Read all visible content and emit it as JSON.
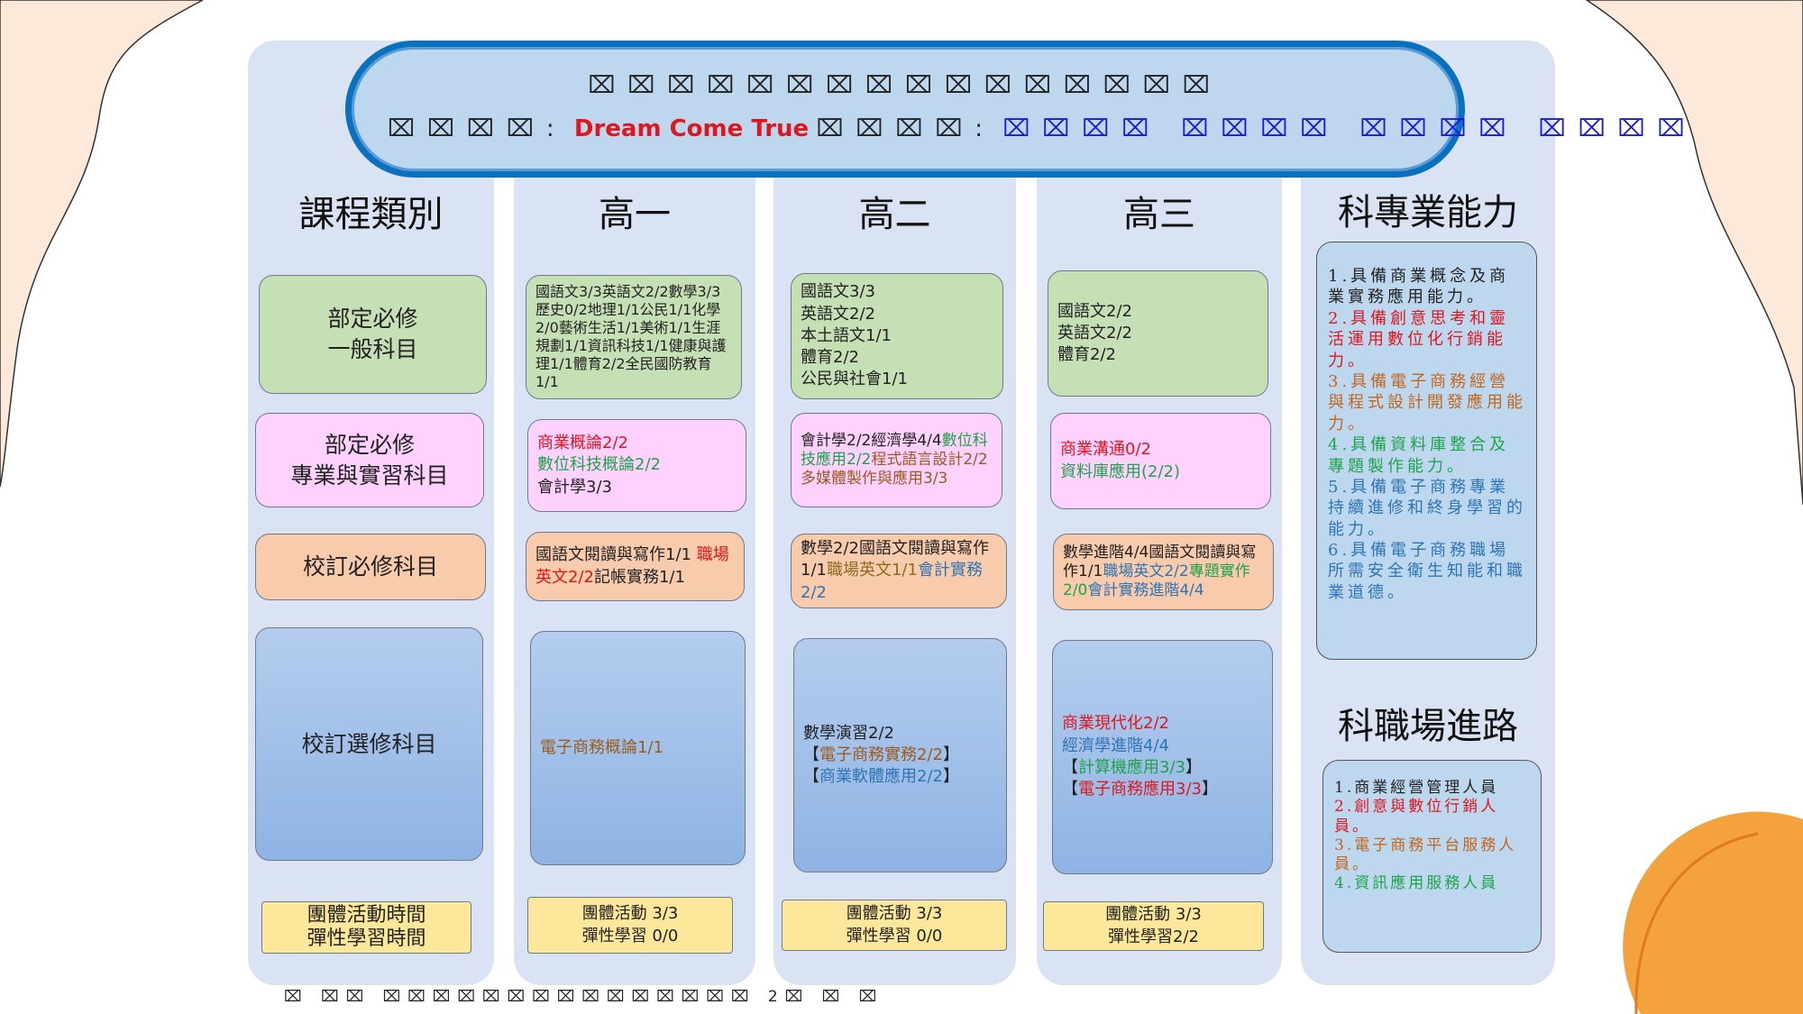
{
  "header": {
    "title": "⌧⌧⌧⌧⌧⌧⌧⌧⌧⌧⌧⌧⌧⌧⌧⌧",
    "label1": "⌧⌧⌧⌧:",
    "slogan": "Dream Come True",
    "label2": "⌧⌧⌧⌧:",
    "values": "⌧⌧⌧⌧ ⌧⌧⌧⌧ ⌧⌧⌧⌧ ⌧⌧⌧⌧"
  },
  "columns": {
    "category": "課程類別",
    "g1": "高一",
    "g2": "高二",
    "g3": "高三",
    "abilities": "科專業能力",
    "careers": "科職場進路"
  },
  "categories": {
    "required_general": [
      "部定必修",
      "一般科目"
    ],
    "required_prof": [
      "部定必修",
      "專業與實習科目"
    ],
    "school_required": "校訂必修科目",
    "school_elective": "校訂選修科目",
    "group": [
      "團體活動時間",
      "彈性學習時間"
    ]
  },
  "colors": {
    "black": "#222222",
    "red": "#e0161e",
    "green": "#1fa34a",
    "brown": "#9c5a1c",
    "blue": "#2e74b5",
    "orange": "#c5651c",
    "olive": "#8a6d1c"
  },
  "cells": {
    "g1_general": [
      [
        "國語文3/3英語文2/2數學3/3歷史0/2地理1/1公民1/1化學2/0藝術生活1/1美術1/1生涯規劃1/1資訊科技1/1健康與護理1/1體育2/2全民國防教育1/1",
        "black"
      ]
    ],
    "g1_prof": [
      [
        "商業概論2/2",
        "red"
      ],
      [
        "\n",
        ""
      ],
      [
        "數位科技概論2/2",
        "green"
      ],
      [
        "\n",
        ""
      ],
      [
        "會計學3/3",
        "black"
      ]
    ],
    "g1_school": [
      [
        "國語文閱讀與寫作1/1 ",
        "black"
      ],
      [
        "職場英文2/2",
        "red"
      ],
      [
        "記帳實務1/1",
        "black"
      ]
    ],
    "g1_elective": [
      [
        "電子商務概論1/1",
        "brown"
      ]
    ],
    "g1_group": [
      "團體活動 3/3",
      "彈性學習 0/0"
    ],
    "g2_general": [
      [
        "國語文3/3\n英語文2/2\n本土語文1/1\n體育2/2\n公民與社會1/1",
        "black"
      ]
    ],
    "g2_prof": [
      [
        "會計學2/2經濟學4/4",
        "black"
      ],
      [
        "數位科技應用2/2",
        "green"
      ],
      [
        "程式語言設計2/2多媒體製作與應用3/3",
        "brown"
      ]
    ],
    "g2_school": [
      [
        "數學2/2國語文閱讀與寫作1/1",
        "black"
      ],
      [
        "職場英文1/1",
        "olive"
      ],
      [
        "會計實務2/2",
        "blue"
      ]
    ],
    "g2_elective": [
      [
        "數學演習2/2\n",
        "black"
      ],
      [
        "【",
        "black"
      ],
      [
        "電子商務實務2/2",
        "brown"
      ],
      [
        "】\n【",
        "black"
      ],
      [
        "商業軟體應用2/2",
        "blue"
      ],
      [
        "】",
        "black"
      ]
    ],
    "g2_group": [
      "團體活動 3/3",
      "彈性學習 0/0"
    ],
    "g3_general": [
      [
        "國語文2/2\n英語文2/2\n體育2/2",
        "black"
      ]
    ],
    "g3_prof": [
      [
        "商業溝通0/2",
        "red"
      ],
      [
        "\n",
        ""
      ],
      [
        "資料庫應用(2/2)",
        "green"
      ]
    ],
    "g3_school": [
      [
        "數學進階4/4國語文閱讀與寫作1/1",
        "black"
      ],
      [
        "職場英文2/2",
        "blue"
      ],
      [
        "專題實作2/0",
        "green"
      ],
      [
        "會計實務進階4/4",
        "blue"
      ]
    ],
    "g3_elective": [
      [
        "商業現代化2/2",
        "red"
      ],
      [
        "\n",
        ""
      ],
      [
        "經濟學進階4/4",
        "blue"
      ],
      [
        "\n【",
        ""
      ],
      [
        "計算機應用3/3",
        "green"
      ],
      [
        "】\n【",
        "black"
      ],
      [
        "電子商務應用3/3",
        "red"
      ],
      [
        "】",
        "black"
      ]
    ],
    "g3_group": [
      "團體活動 3/3",
      "彈性學習2/2"
    ],
    "abilities": [
      [
        "1.具備商業概念及商業實務應用能力。",
        "black"
      ],
      [
        "2.具備創意思考和靈活運用數位化行銷能力。",
        "red"
      ],
      [
        "3.具備電子商務經營與程式設計開發應用能力。",
        "orange"
      ],
      [
        "4.具備資料庫整合及專題製作能力。",
        "green"
      ],
      [
        "5.具備電子商務專業持續進修和終身學習的能力。",
        "blue"
      ],
      [
        "6.具備電子商務職場所需安全衛生知能和職業道德。",
        "blue"
      ]
    ],
    "careers": [
      [
        "1.商業經營管理人員",
        "black"
      ],
      [
        "2.創意與數位行銷人員。",
        "red"
      ],
      [
        "3.電子商務平台服務人員。",
        "orange"
      ],
      [
        "4.資訊應用服務人員",
        "green"
      ]
    ]
  },
  "footer": "⌧ ⌧⌧  ⌧⌧⌧⌧⌧⌧⌧⌧⌧⌧⌧⌧⌧⌧⌧ 2⌧ ⌧ ⌧"
}
